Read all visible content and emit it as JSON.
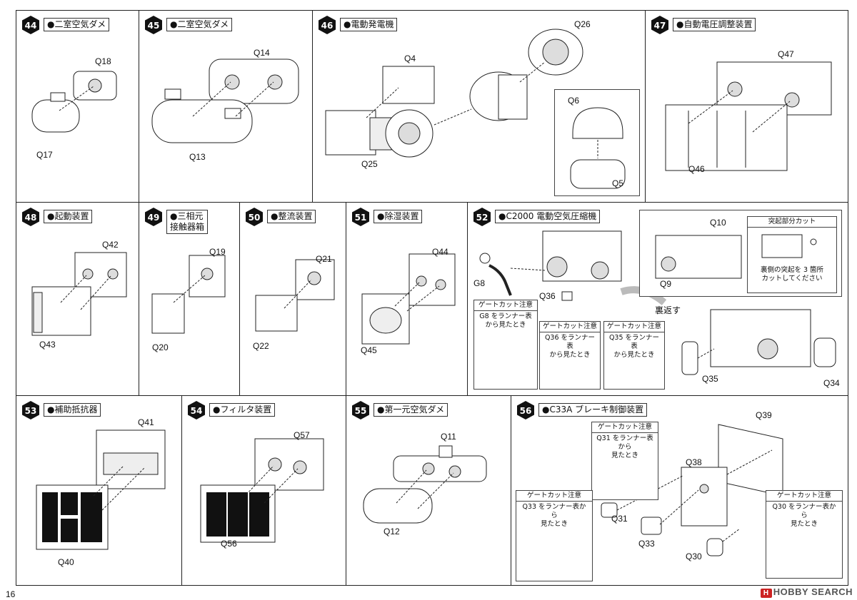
{
  "page_number": "16",
  "watermark": "HOBBY SEARCH",
  "watermark_mark": "H",
  "steps": [
    {
      "num": "44",
      "title": "●二室空気ダメ",
      "parts": [
        "Q18",
        "Q17"
      ]
    },
    {
      "num": "45",
      "title": "●二室空気ダメ",
      "parts": [
        "Q14",
        "Q13"
      ]
    },
    {
      "num": "46",
      "title": "●電動発電機",
      "parts": [
        "Q4",
        "Q26",
        "Q25",
        "Q6",
        "Q5"
      ]
    },
    {
      "num": "47",
      "title": "●自動電圧調整装置",
      "parts": [
        "Q47",
        "Q46"
      ]
    },
    {
      "num": "48",
      "title": "●起動装置",
      "parts": [
        "Q42",
        "Q43"
      ]
    },
    {
      "num": "49",
      "title": "●三相元\n接触器箱",
      "parts": [
        "Q19",
        "Q20"
      ]
    },
    {
      "num": "50",
      "title": "●整流装置",
      "parts": [
        "Q21",
        "Q22"
      ]
    },
    {
      "num": "51",
      "title": "●除湿装置",
      "parts": [
        "Q44",
        "Q45"
      ]
    },
    {
      "num": "52",
      "title": "●C2000 電動空気圧縮機",
      "parts": [
        "Q10",
        "Q9",
        "G8",
        "Q36",
        "Q35",
        "Q34"
      ],
      "flip_note": "裏返す",
      "cut_title": "突起部分カット",
      "cut_text": "裏側の突起を 3 箇所\nカットしてください",
      "gates": [
        {
          "head": "ゲートカット注意",
          "body": "G8 をランナー表\nから見たとき"
        },
        {
          "head": "ゲートカット注意",
          "body": "Q36 をランナー表\nから見たとき"
        },
        {
          "head": "ゲートカット注意",
          "body": "Q35 をランナー表\nから見たとき"
        }
      ]
    },
    {
      "num": "53",
      "title": "●補助抵抗器",
      "parts": [
        "Q41",
        "Q40"
      ]
    },
    {
      "num": "54",
      "title": "●フィルタ装置",
      "parts": [
        "Q57",
        "Q56"
      ]
    },
    {
      "num": "55",
      "title": "●第一元空気ダメ",
      "parts": [
        "Q11",
        "Q12"
      ]
    },
    {
      "num": "56",
      "title": "●C33A ブレーキ制御装置",
      "parts": [
        "Q39",
        "Q38",
        "Q31",
        "Q33",
        "Q30"
      ],
      "gates": [
        {
          "head": "ゲートカット注意",
          "body": "Q31 をランナー表から\n見たとき"
        },
        {
          "head": "ゲートカット注意",
          "body": "Q33 をランナー表から\n見たとき"
        },
        {
          "head": "ゲートカット注意",
          "body": "Q30 をランナー表から\n見たとき"
        }
      ]
    }
  ]
}
